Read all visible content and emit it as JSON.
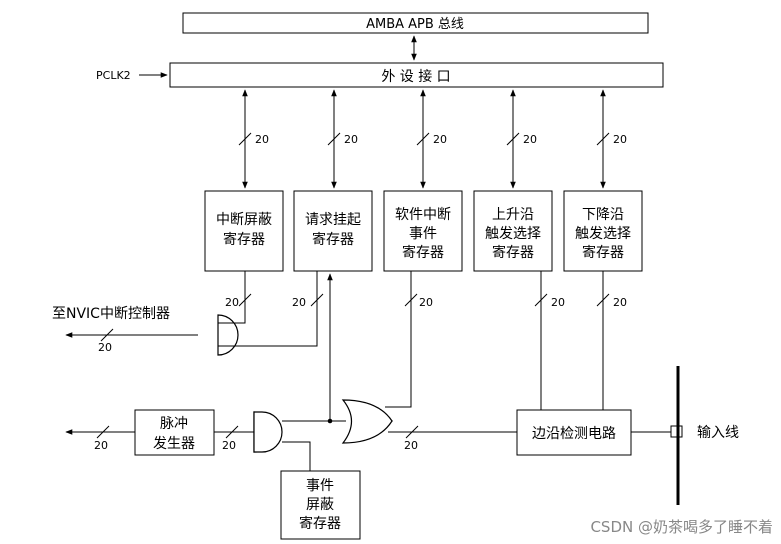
{
  "bus": {
    "amba": "AMBA APB 总线",
    "peripheral_interface": "外 设 接 口",
    "pclk": "PCLK2"
  },
  "width_label": "20",
  "registers": {
    "interrupt_mask": [
      "中断屏蔽",
      "寄存器"
    ],
    "pending_request": [
      "请求挂起",
      "寄存器"
    ],
    "software_event": [
      "软件中断",
      "事件",
      "寄存器"
    ],
    "rising_edge": [
      "上升沿",
      "触发选择",
      "寄存器"
    ],
    "falling_edge": [
      "下降沿",
      "触发选择",
      "寄存器"
    ],
    "event_mask": [
      "事件",
      "屏蔽",
      "寄存器"
    ]
  },
  "outputs": {
    "nvic": "至NVIC中断控制器"
  },
  "blocks": {
    "pulse_generator": [
      "脉冲",
      "发生器"
    ],
    "edge_detect": "边沿检测电路"
  },
  "input_line": "输入线",
  "watermark": "CSDN @奶茶喝多了睡不着"
}
